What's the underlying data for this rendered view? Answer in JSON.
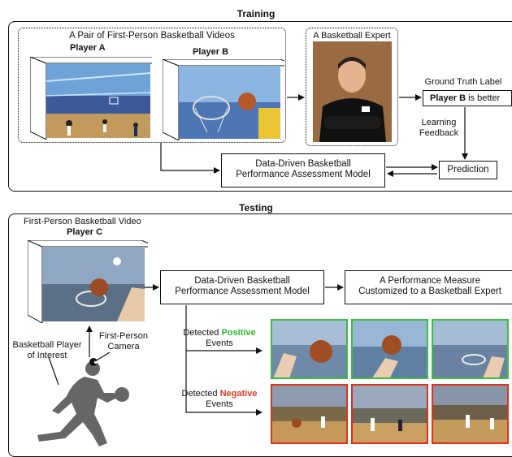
{
  "training": {
    "title": "Training",
    "pair_caption": "A Pair of First-Person Basketball Videos",
    "player_a": "Player A",
    "player_b": "Player B",
    "expert_caption": "A Basketball Expert",
    "ground_truth_title": "Ground Truth Label",
    "gt_player": "Player B",
    "gt_suffix": " is better",
    "feedback_line1": "Learning",
    "feedback_line2": "Feedback",
    "model_line1": "Data-Driven Basketball",
    "model_line2": "Performance Assessment Model",
    "prediction": "Prediction"
  },
  "testing": {
    "title": "Testing",
    "video_caption": "First-Person Basketball Video",
    "player_c": "Player C",
    "model_line1": "Data-Driven Basketball",
    "model_line2": "Performance Assessment Model",
    "measure_line1": "A Performance Measure",
    "measure_line2": "Customized to a Basketball Expert",
    "interest_line1": "Basketball Player",
    "interest_line2": "of Interest",
    "camera_line1": "First-Person",
    "camera_line2": "Camera",
    "pos_prefix": "Detected ",
    "pos_word": "Positive",
    "pos_suffix": "Events",
    "neg_prefix": "Detected ",
    "neg_word": "Negative",
    "neg_suffix": "Events"
  },
  "colors": {
    "positive": "#2fb52f",
    "negative": "#e23a1e",
    "positive_border": "#3cbf3c",
    "negative_border": "#e0321a"
  }
}
